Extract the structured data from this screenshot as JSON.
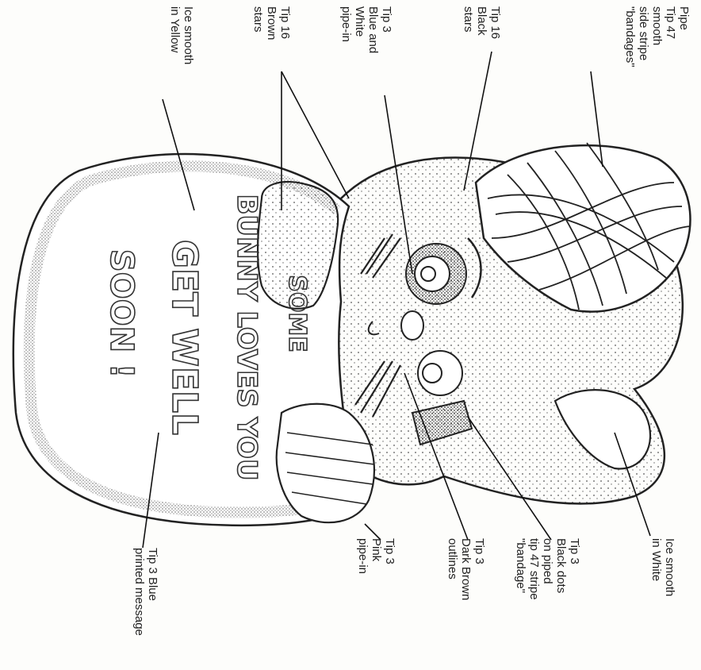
{
  "message": {
    "line1": "SOME",
    "line2": "BUNNY LOVES YOU",
    "line3": "GET WELL",
    "line4": "SOON !"
  },
  "callouts": [
    {
      "id": "pipe-tip47",
      "lines": [
        "Pipe",
        "Tip 47",
        "smooth",
        "side stripe",
        "\"bandages\""
      ]
    },
    {
      "id": "tip16-black",
      "lines": [
        "Tip 16",
        "Black",
        "stars"
      ]
    },
    {
      "id": "tip3-blue-white",
      "lines": [
        "Tip 3",
        "Blue and",
        "White",
        "pipe-in"
      ]
    },
    {
      "id": "tip16-brown",
      "lines": [
        "Tip 16",
        "Brown",
        "stars"
      ]
    },
    {
      "id": "ice-yellow",
      "lines": [
        "Ice smooth",
        "in Yellow"
      ]
    },
    {
      "id": "ice-white",
      "lines": [
        "Ice smooth",
        "in White"
      ]
    },
    {
      "id": "tip3-black-dots",
      "lines": [
        "Tip 3",
        "Black dots",
        "on piped",
        "tip 47 stripe",
        "\"bandage\""
      ]
    },
    {
      "id": "tip3-dark-brown",
      "lines": [
        "Tip 3",
        "Dark Brown",
        "outlines"
      ]
    },
    {
      "id": "tip3-pink",
      "lines": [
        "Tip 3",
        "Pink",
        "pipe-in"
      ]
    },
    {
      "id": "tip3-blue-msg",
      "lines": [
        "Tip 3 Blue",
        "printed message"
      ]
    }
  ]
}
